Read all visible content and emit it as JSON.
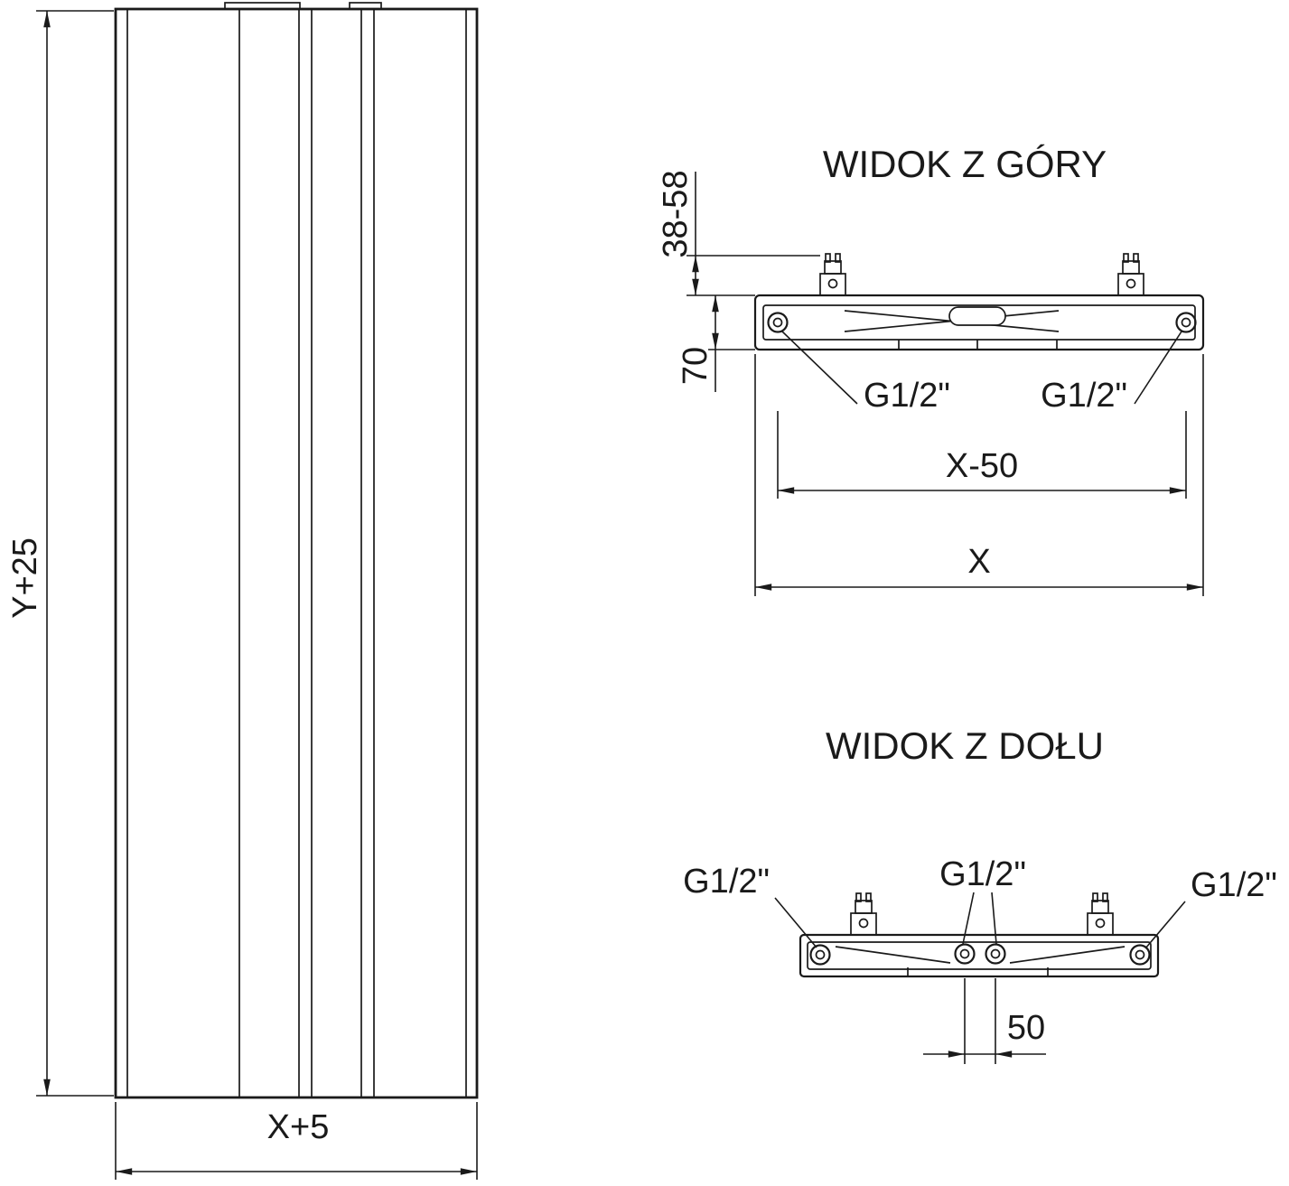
{
  "drawing": {
    "front_view": {
      "height_dim": "Y+25",
      "width_dim": "X+5"
    },
    "top_view": {
      "title": "WIDOK Z GÓRY",
      "bracket_offset_dim": "38-58",
      "depth_dim": "70",
      "left_port": "G1/2\"",
      "right_port": "G1/2\"",
      "port_spacing_dim": "X-50",
      "width_dim": "X"
    },
    "bottom_view": {
      "title": "WIDOK Z DOŁU",
      "left_port": "G1/2\"",
      "center_port": "G1/2\"",
      "right_port": "G1/2\"",
      "center_spacing_dim": "50"
    }
  },
  "colors": {
    "line": "#1a1a1a",
    "background": "#ffffff"
  }
}
